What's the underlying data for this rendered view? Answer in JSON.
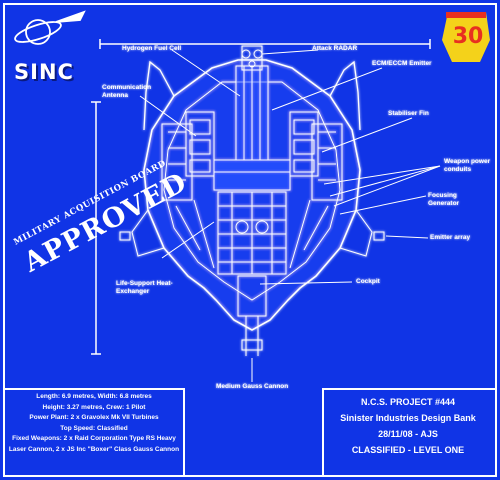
{
  "logo_text": "SINC",
  "badge_text": "30",
  "callouts": [
    {
      "id": "hydrogen-fuel-cell",
      "text": "Hydrogen Fuel Cell"
    },
    {
      "id": "attack-radar",
      "text": "Attack RADAR"
    },
    {
      "id": "ecm-eccm-emitter",
      "text": "ECM/ECCM Emitter"
    },
    {
      "id": "communication-antenna",
      "text": "Communication Antenna"
    },
    {
      "id": "stabiliser-fin",
      "text": "Stabiliser Fin"
    },
    {
      "id": "weapon-power-conduits",
      "text": "Weapon power conduits"
    },
    {
      "id": "focusing-generator",
      "text": "Focusing Generator"
    },
    {
      "id": "emitter-array",
      "text": "Emitter array"
    },
    {
      "id": "life-support",
      "text": "Life-Support Heat-Exchanger"
    },
    {
      "id": "cockpit",
      "text": "Cockpit"
    },
    {
      "id": "medium-gauss-cannon",
      "text": "Medium Gauss Cannon"
    }
  ],
  "stamp": {
    "top": "MILITARY ACQUISITION BOARD",
    "main": "APPROVED"
  },
  "specs": [
    "Length: 6.9 metres,  Width: 6.8 metres",
    "Height: 3.27 metres,  Crew: 1 Pilot",
    "Power Plant: 2 x Gravolex Mk VII Turbines",
    "Top Speed: Classified",
    "Fixed Weapons: 2 x Raid Corporation Type RS Heavy",
    "Laser Cannon, 2 x JS Inc \"Boxer\" Class Gauss Cannon"
  ],
  "title_block": [
    "N.C.S. PROJECT #444",
    "Sinister Industries Design Bank",
    "28/11/08 - AJS",
    "CLASSIFIED - LEVEL ONE"
  ],
  "colors": {
    "background": "#1034e6",
    "line": "#ffffff",
    "badge": "#e83020",
    "badge_bg": "#f4d21a"
  }
}
